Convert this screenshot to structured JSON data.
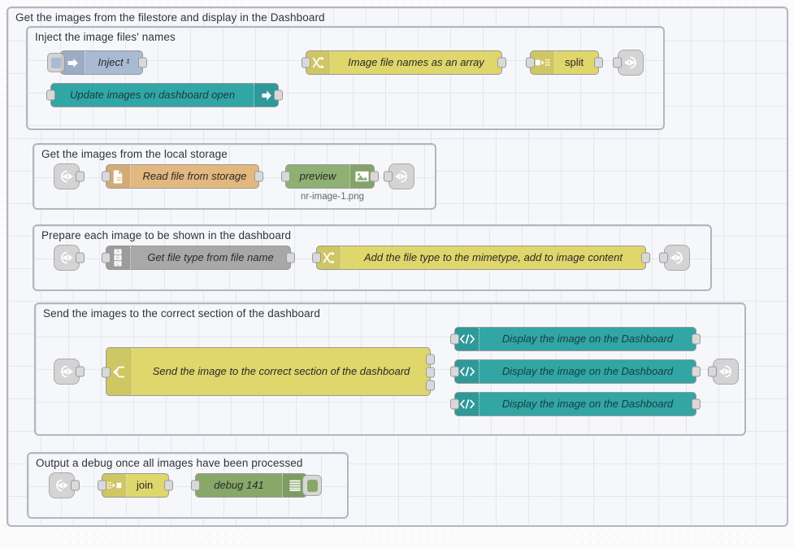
{
  "app": {
    "name": "Node-RED flow editor canvas"
  },
  "groups": [
    {
      "label": "Get the images from the filestore and display in the Dashboard"
    },
    {
      "label": "Inject the image files' names"
    },
    {
      "label": "Get the images from the local storage"
    },
    {
      "label": "Prepare each image to be shown in the dashboard"
    },
    {
      "label": "Send the images to the correct section of the dashboard"
    },
    {
      "label": "Output a debug once all images have been processed"
    }
  ],
  "nodes": {
    "inject": {
      "label": "Inject ¹",
      "icon": "inject-arrow-icon"
    },
    "dashboard_open": {
      "label": "Update images on dashboard open",
      "icon": "arrow-right-icon"
    },
    "image_names": {
      "label": "Image file names as an array",
      "icon": "function-shuffle-icon"
    },
    "split": {
      "label": "split",
      "icon": "split-icon"
    },
    "read_file": {
      "label": "Read file from storage",
      "icon": "file-read-icon"
    },
    "preview": {
      "label": "preview",
      "sublabel": "nr-image-1.png",
      "icon": "image-icon"
    },
    "get_file_type": {
      "label": "Get file type from file name",
      "icon": "abc-change-icon"
    },
    "add_mimetype": {
      "label": "Add the file type to the mimetype, add to image content",
      "icon": "function-shuffle-icon"
    },
    "send_section": {
      "label": "Send the image to the correct section of the dashboard",
      "icon": "switch-icon"
    },
    "display1": {
      "label": "Display the image on the Dashboard",
      "icon": "code-tags-icon"
    },
    "display2": {
      "label": "Display the image on the Dashboard",
      "icon": "code-tags-icon"
    },
    "display3": {
      "label": "Display the image on the Dashboard",
      "icon": "code-tags-icon"
    },
    "join": {
      "label": "join",
      "icon": "join-icon"
    },
    "debug": {
      "label": "debug 141",
      "icon": "debug-lines-icon"
    }
  },
  "colors": {
    "inject": "#a8bad4",
    "function": "#dfd66c",
    "teal": "#32a5a5",
    "file": "#e2b87f",
    "green": "#88a869",
    "gray": "#a8a8a8",
    "group_border": "#b3b6c0",
    "canvas": "#fbfbfc"
  }
}
